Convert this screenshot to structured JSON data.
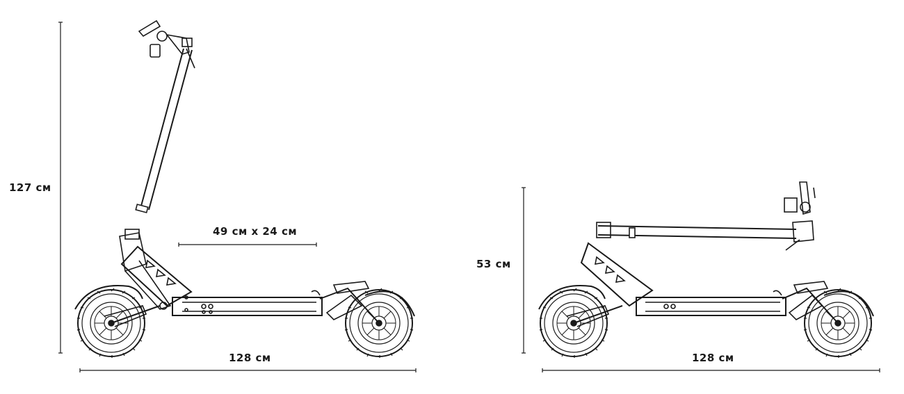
{
  "colors": {
    "line": "#1a1a1a",
    "background": "#ffffff"
  },
  "unfolded": {
    "height_label": "127 см",
    "deck_label": "49 см x 24 см",
    "length_label": "128 см"
  },
  "folded": {
    "height_label": "53 см",
    "length_label": "128 см"
  }
}
